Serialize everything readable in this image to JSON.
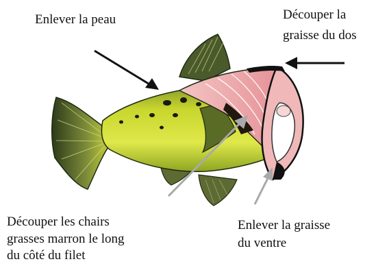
{
  "annotations": {
    "skin": "Enlever la peau",
    "back_fat": [
      "Découper la",
      "graisse du dos"
    ],
    "brown_flesh": [
      "Découper les chairs",
      "grasses marron le long",
      "du côté du filet"
    ],
    "belly_fat": [
      "Enlever la graisse",
      "du ventre"
    ]
  },
  "colors": {
    "body_light": "#d8e23a",
    "body_mid": "#a8c020",
    "body_dark": "#3f5a1e",
    "fin": "#5c6a38",
    "flesh_pink": "#eaa5a8",
    "arrow_black": "#111111",
    "arrow_gray": "#a9a9a9"
  }
}
